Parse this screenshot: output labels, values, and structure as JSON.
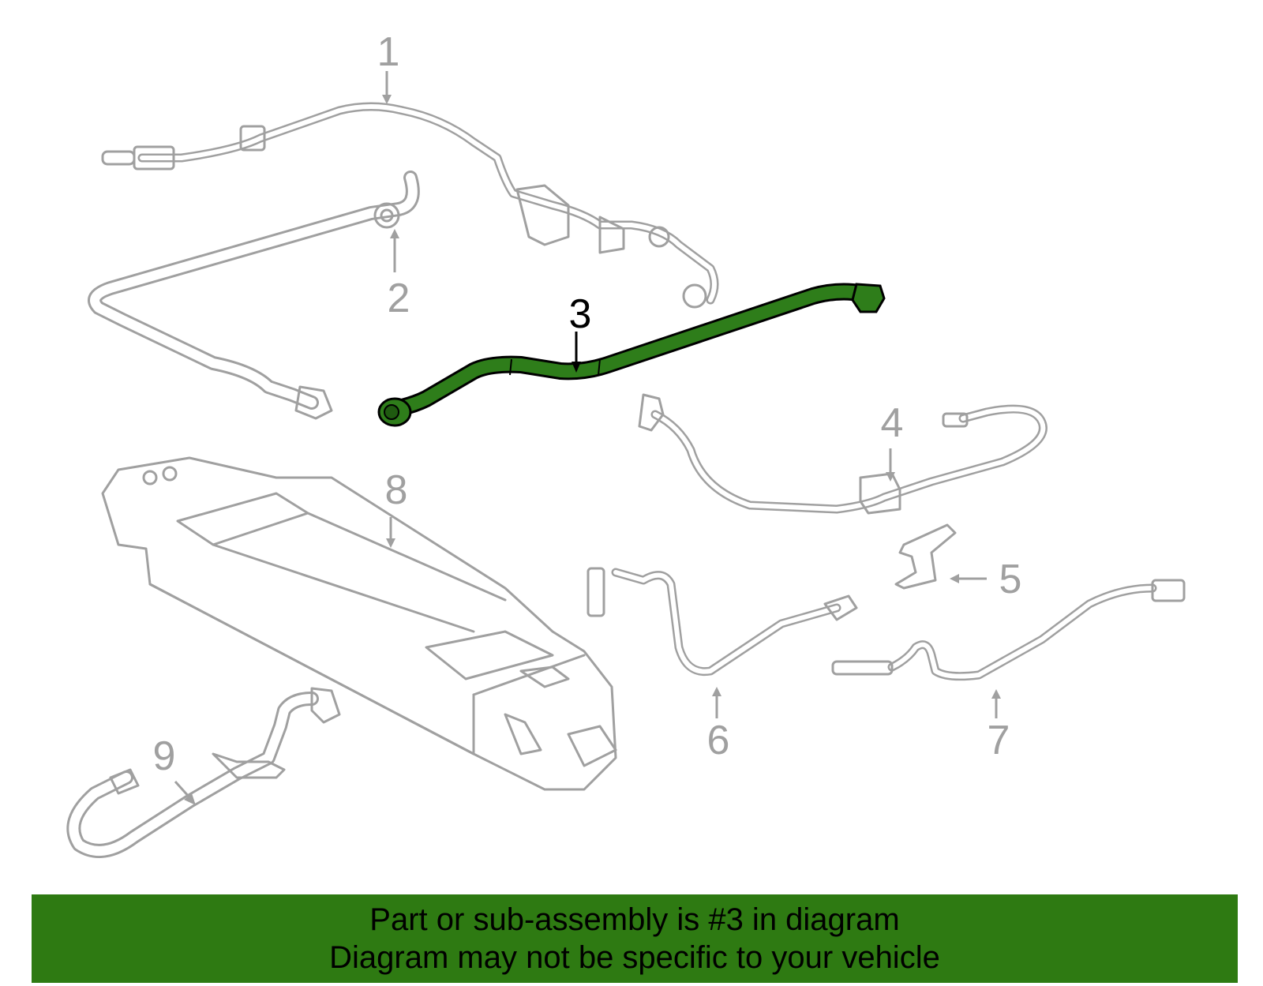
{
  "diagram": {
    "callouts": [
      {
        "id": "1",
        "label": "1",
        "highlighted": false
      },
      {
        "id": "2",
        "label": "2",
        "highlighted": false
      },
      {
        "id": "3",
        "label": "3",
        "highlighted": true
      },
      {
        "id": "4",
        "label": "4",
        "highlighted": false
      },
      {
        "id": "5",
        "label": "5",
        "highlighted": false
      },
      {
        "id": "6",
        "label": "6",
        "highlighted": false
      },
      {
        "id": "7",
        "label": "7",
        "highlighted": false
      },
      {
        "id": "8",
        "label": "8",
        "highlighted": false
      },
      {
        "id": "9",
        "label": "9",
        "highlighted": false
      }
    ],
    "colors": {
      "highlight": "#2e7d1a",
      "outline": "#a0a0a0",
      "label_active": "#000000",
      "label_inactive": "#a0a0a0",
      "banner_background": "#2e7a12"
    }
  },
  "banner": {
    "line1": "Part or sub-assembly is #3 in diagram",
    "line2": "Diagram may not be specific to your vehicle"
  }
}
